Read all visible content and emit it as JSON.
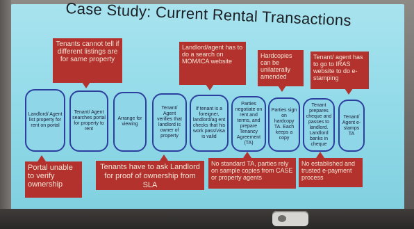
{
  "title": "Case Study: Current Rental Transactions",
  "steps": [
    {
      "text": "Landlord/ Agent list property for rent on portal"
    },
    {
      "text": "Tenant/ Agent searches portal for property to rent"
    },
    {
      "text": "Arrange for viewing"
    },
    {
      "text": "Tenant/ Agent verifies that landlord is owner of property"
    },
    {
      "text": "If tenant is a foreigner, landlord/ag ent checks that his work pass/visa is valid"
    },
    {
      "text": "Parties negotiate on rent and terms, and prepare Tenancy Agreement (TA)"
    },
    {
      "text": "Parties sign on hardcopy TA. Each keeps a copy"
    },
    {
      "text": "Tenant prepares cheque and passes to landlord. Landlord banks in cheque"
    },
    {
      "text": "Tenant/ Agent e-stamps TA"
    }
  ],
  "callouts_top": [
    {
      "text": "Tenants cannot tell if different listings are for same property"
    },
    {
      "text": "Landlord/agent has to do a search on MOM/ICA website"
    },
    {
      "text": "Hardcopies can be unilaterally amended"
    },
    {
      "text": "Tenant/ agent has to go to IRAS website to do e-stamping"
    }
  ],
  "callouts_bottom": [
    {
      "text": "Portal unable to verify ownership"
    },
    {
      "text": "Tenants have to ask Landlord for proof of ownership from SLA"
    },
    {
      "text": "No standard TA, parties rely on sample copies from CASE or property agents"
    },
    {
      "text": "No established and trusted e-payment process"
    }
  ],
  "colors": {
    "box_fill": "#8fd6e8",
    "box_border": "#2c3f9e",
    "callout_fill": "#b3322d",
    "slide_bg": "#9bdeeb"
  }
}
